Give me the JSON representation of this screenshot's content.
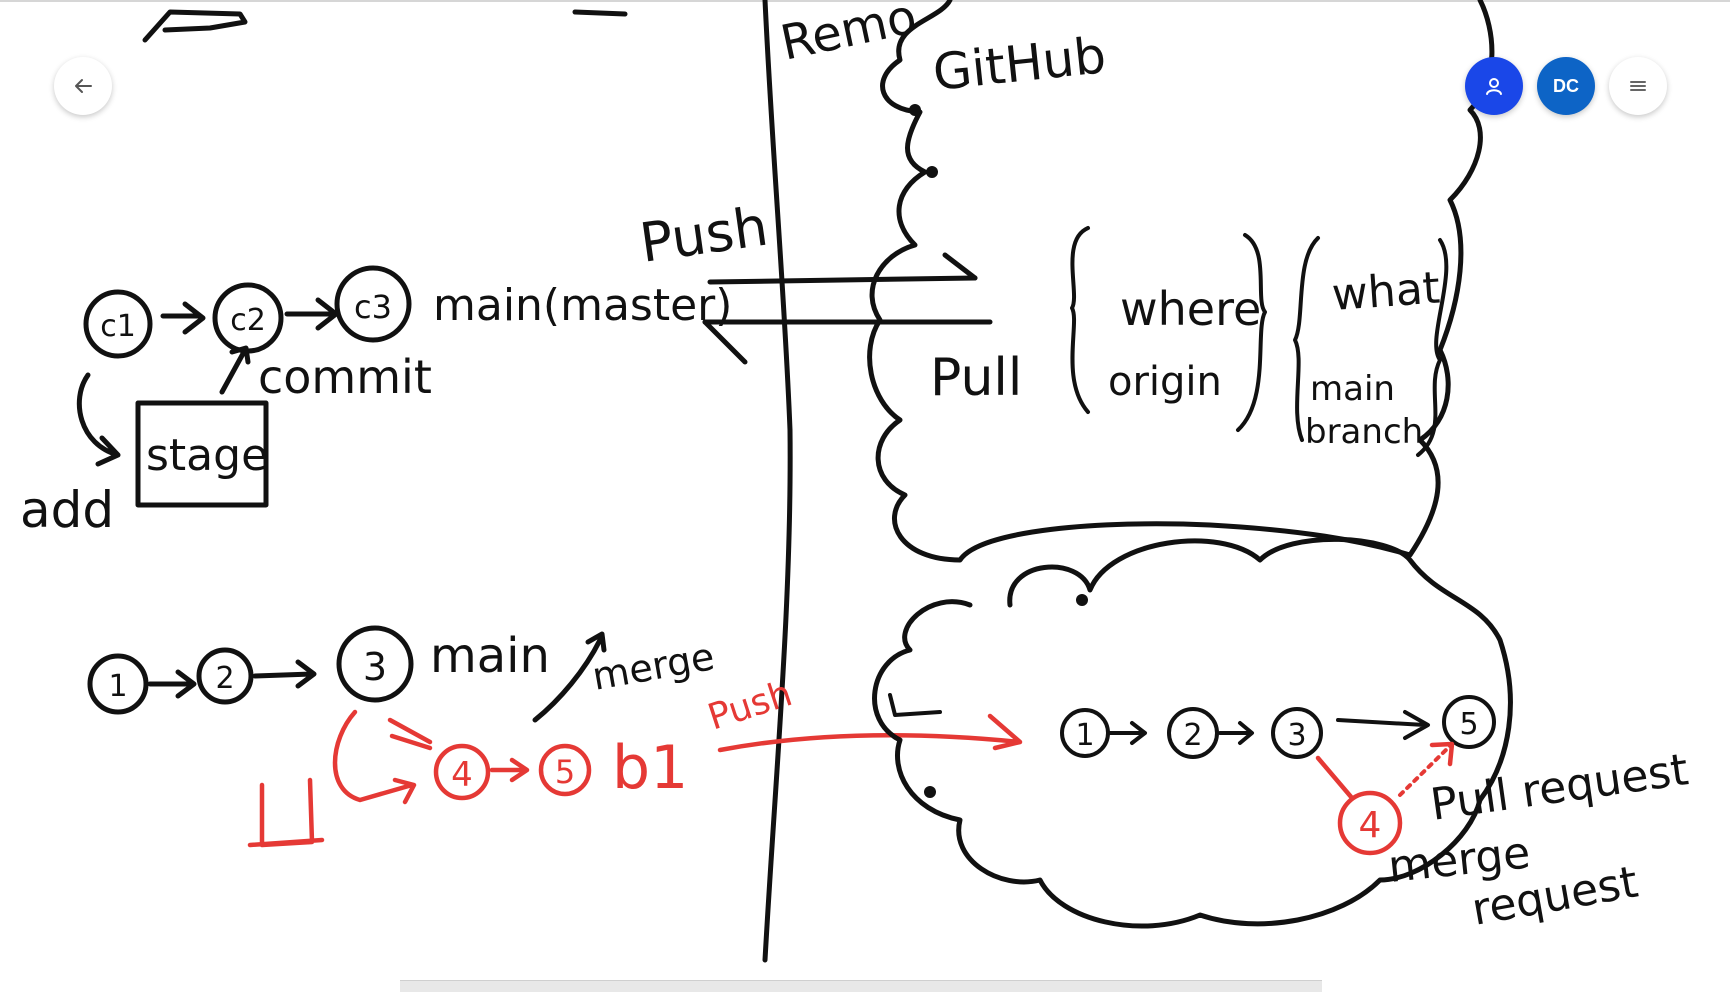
{
  "toolbar": {
    "back_icon": "arrow-left-icon",
    "user_icon": "person-icon",
    "avatar_initials": "DC",
    "menu_icon": "hamburger-menu-icon"
  },
  "colors": {
    "ink": "#111111",
    "red_ink": "#e53935",
    "user_button": "#1a47e8",
    "avatar": "#0d64c6"
  },
  "whiteboard": {
    "remote_label": "Remo",
    "github_label": "GitHub",
    "push_label": "Push",
    "pull_label": "Pull",
    "where_label": "where",
    "origin_label": "origin",
    "what_label": "what",
    "main_label": "main",
    "branch_label": "branch",
    "local_commits": [
      "c1",
      "c2",
      "c3"
    ],
    "main_master_label": "main(master)",
    "commit_label": "commit",
    "stage_label": "stage",
    "add_label": "add",
    "row2_commits": [
      "1",
      "2",
      "3"
    ],
    "row2_main_label": "main",
    "merge_label": "merge",
    "branch_commits": [
      "4",
      "5"
    ],
    "b1_label": "b1",
    "push_red_label": "Push",
    "remote_commits": [
      "1",
      "2",
      "3",
      "5"
    ],
    "remote_branch_commit": "4",
    "pull_request_label": "Pull request",
    "merge_request_label_1": "merge",
    "merge_request_label_2": "request"
  }
}
